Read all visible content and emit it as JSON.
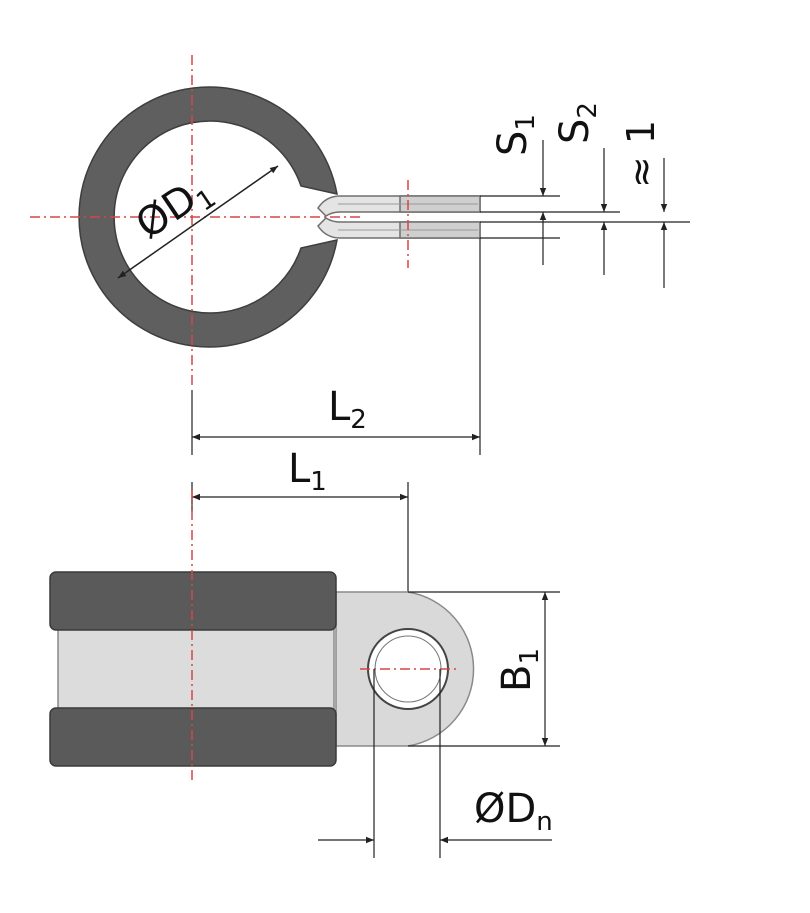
{
  "labels": {
    "d1": {
      "main": "ØD",
      "sub": "1"
    },
    "s1": {
      "main": "S",
      "sub": "1"
    },
    "s2": {
      "main": "S",
      "sub": "2"
    },
    "approx": "≈ 1",
    "l2": {
      "main": "L",
      "sub": "2"
    },
    "l1": {
      "main": "L",
      "sub": "1"
    },
    "b1": {
      "main": "B",
      "sub": "1"
    },
    "dn": {
      "main": "ØD",
      "sub": "n"
    }
  },
  "colors": {
    "rubber": "#5f5f5f",
    "rubber_dark": "#4a4a4a",
    "metal": "#d9d9d9",
    "metal_edge": "#8a8a8a",
    "centerline": "#d64545",
    "dimension": "#222222"
  }
}
